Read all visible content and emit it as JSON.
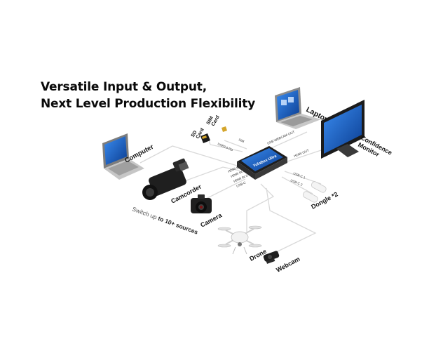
{
  "headline": {
    "line1": "Versatile Input & Output,",
    "line2": "Next Level Production Flexibility"
  },
  "device": {
    "name": "YoloBox Ultra"
  },
  "devices": {
    "laptop": "Laptop",
    "monitor_line1": "Confidence",
    "monitor_line2": "Monitor",
    "computer": "Computer",
    "camcorder": "Camcorder",
    "camera": "Camera",
    "drone": "Drone",
    "webcam": "Webcam",
    "dongle": "Dongle *2",
    "sd_card_line1": "SD",
    "sd_card_line2": "Card",
    "sim_card_line1": "SIM",
    "sim_card_line2": "Card"
  },
  "ports": {
    "usb_webcam_out": "USB WEBCAM OUT",
    "hdmi_out": "HDMI OUT",
    "usb3": "USB3.0 PD",
    "sim": "SIM",
    "hdmi_in_1": "HDMI IN 1",
    "hdmi_in_2": "HDMI IN 2",
    "hdmi_in_3": "HDMI IN 3",
    "usbc": "USB-C",
    "usbc_1": "USB-C 1",
    "usbc_2": "USB-C 2"
  },
  "note": {
    "prefix": "Switch up ",
    "bold": "to 10+ sources"
  },
  "colors": {
    "cable": "#d9d9d9",
    "device_body": "#2b2b2b",
    "screen_blue": "#1e6fd9"
  }
}
